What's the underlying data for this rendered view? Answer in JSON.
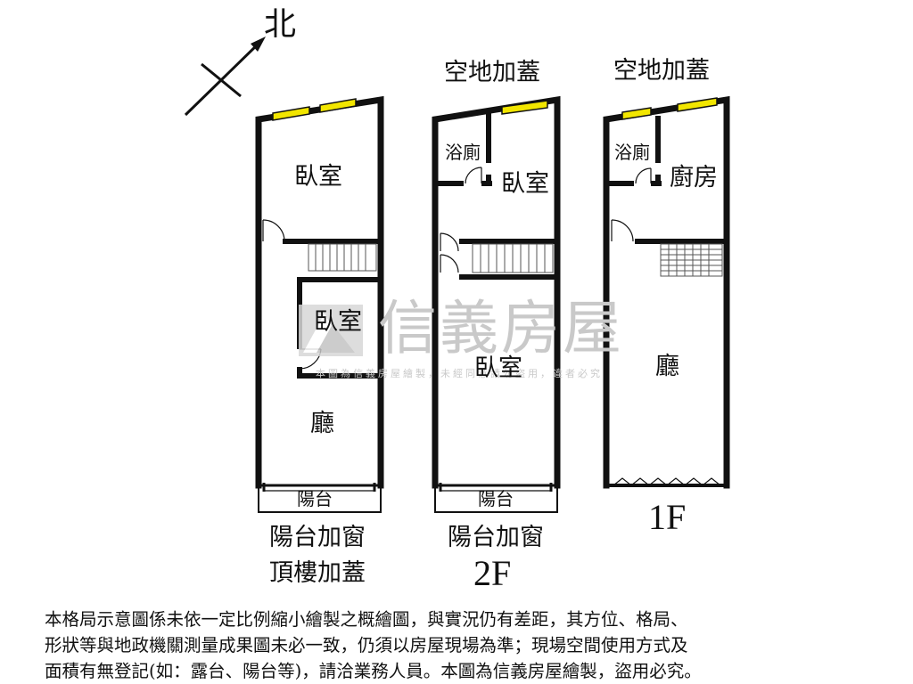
{
  "compass": {
    "label": "北"
  },
  "watermark": {
    "brand": "信義房屋",
    "notice": "本圖為信義房屋繪製，未經同意請勿盜用，違者必究"
  },
  "plans": {
    "top_floor": {
      "rooms": {
        "bedroom_top": "臥室",
        "bedroom_mid": "臥室",
        "living": "廳",
        "balcony": "陽台"
      },
      "captions": [
        "陽台加窗",
        "頂樓加蓋"
      ]
    },
    "floor_2": {
      "header": "空地加蓋",
      "rooms": {
        "bathroom": "浴廁",
        "bedroom_top": "臥室",
        "bedroom_main": "臥室",
        "balcony": "陽台"
      },
      "captions": [
        "陽台加窗"
      ],
      "floor_label": "2F"
    },
    "floor_1": {
      "header": "空地加蓋",
      "rooms": {
        "bathroom": "浴廁",
        "kitchen": "廚房",
        "living": "廳"
      },
      "floor_label": "1F"
    }
  },
  "disclaimer": [
    "本格局示意圖係未依一定比例縮小繪製之概繪圖，與實況仍有差距，其方位、格局、",
    "形狀等與地政機關測量成果圖未必一致，仍須以房屋現場為準；現場空間使用方式及",
    "面積有無登記(如：露台、陽台等)，請洽業務人員。本圖為信義房屋繪製，盜用必究。"
  ],
  "colors": {
    "wall": "#111111",
    "window": "#f2e600",
    "watermark": "#c9c9c9"
  }
}
